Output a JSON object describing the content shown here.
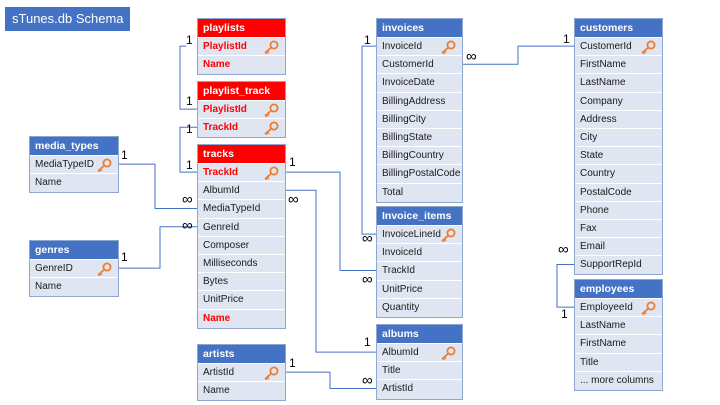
{
  "title": "sTunes.db Schema",
  "icons": {
    "key": "key-icon"
  },
  "colors": {
    "header_blue": "#4472c4",
    "header_red": "#ff0000",
    "row_fill": "#dfe6f2",
    "line": "#4472c4",
    "red_text": "#ff0000"
  },
  "tables": [
    {
      "id": "playlists",
      "name": "playlists",
      "header": "red",
      "fields": [
        {
          "name": "PlaylistId",
          "red": true,
          "key": true
        },
        {
          "name": "Name",
          "red": true
        }
      ]
    },
    {
      "id": "playlist_track",
      "name": "playlist_track",
      "header": "red",
      "fields": [
        {
          "name": "PlaylistId",
          "red": true,
          "key": true
        },
        {
          "name": "TrackId",
          "red": true,
          "key": true
        }
      ]
    },
    {
      "id": "tracks",
      "name": "tracks",
      "header": "red",
      "fields": [
        {
          "name": "TrackId",
          "red": true,
          "key": true
        },
        {
          "name": "AlbumId"
        },
        {
          "name": "MediaTypeId"
        },
        {
          "name": "GenreId"
        },
        {
          "name": "Composer"
        },
        {
          "name": "Milliseconds"
        },
        {
          "name": "Bytes"
        },
        {
          "name": "UnitPrice"
        },
        {
          "name": "Name",
          "red": true
        }
      ]
    },
    {
      "id": "media_types",
      "name": "media_types",
      "header": "blue",
      "fields": [
        {
          "name": "MediaTypeID",
          "key": true
        },
        {
          "name": "Name"
        }
      ]
    },
    {
      "id": "genres",
      "name": "genres",
      "header": "blue",
      "fields": [
        {
          "name": "GenreID",
          "key": true
        },
        {
          "name": "Name"
        }
      ]
    },
    {
      "id": "artists",
      "name": "artists",
      "header": "blue",
      "fields": [
        {
          "name": "ArtistId",
          "key": true
        },
        {
          "name": "Name"
        }
      ]
    },
    {
      "id": "invoices",
      "name": "invoices",
      "header": "blue",
      "fields": [
        {
          "name": "InvoiceId",
          "key": true
        },
        {
          "name": "CustomerId"
        },
        {
          "name": "InvoiceDate"
        },
        {
          "name": "BillingAddress"
        },
        {
          "name": "BillingCity"
        },
        {
          "name": "BillingState"
        },
        {
          "name": "BillingCountry"
        },
        {
          "name": "BillingPostalCode"
        },
        {
          "name": "Total"
        }
      ]
    },
    {
      "id": "invoice_items",
      "name": "Invoice_items",
      "header": "blue",
      "fields": [
        {
          "name": "InvoiceLineId",
          "key": true
        },
        {
          "name": "InvoiceId"
        },
        {
          "name": "TrackId"
        },
        {
          "name": "UnitPrice"
        },
        {
          "name": "Quantity"
        }
      ]
    },
    {
      "id": "albums",
      "name": "albums",
      "header": "blue",
      "fields": [
        {
          "name": "AlbumId",
          "key": true
        },
        {
          "name": "Title"
        },
        {
          "name": "ArtistId"
        }
      ]
    },
    {
      "id": "customers",
      "name": "customers",
      "header": "blue",
      "fields": [
        {
          "name": "CustomerId",
          "key": true
        },
        {
          "name": "FirstName"
        },
        {
          "name": "LastName"
        },
        {
          "name": "Company"
        },
        {
          "name": "Address"
        },
        {
          "name": "City"
        },
        {
          "name": "State"
        },
        {
          "name": "Country"
        },
        {
          "name": "PostalCode"
        },
        {
          "name": "Phone"
        },
        {
          "name": "Fax"
        },
        {
          "name": "Email"
        },
        {
          "name": "SupportRepId"
        }
      ]
    },
    {
      "id": "employees",
      "name": "employees",
      "header": "blue",
      "fields": [
        {
          "name": "EmployeeId",
          "key": true
        },
        {
          "name": "LastName"
        },
        {
          "name": "FirstName"
        },
        {
          "name": "Title"
        },
        {
          "name": "... more columns"
        }
      ]
    }
  ],
  "relationships": [
    {
      "from": "playlists.PlaylistId",
      "to": "playlist_track.PlaylistId",
      "from_card": "1",
      "to_card": "1"
    },
    {
      "from": "tracks.TrackId",
      "to": "playlist_track.TrackId",
      "from_card": "1",
      "to_card": "1"
    },
    {
      "from": "media_types.MediaTypeID",
      "to": "tracks.MediaTypeId",
      "from_card": "1",
      "to_card": "∞"
    },
    {
      "from": "genres.GenreID",
      "to": "tracks.GenreId",
      "from_card": "1",
      "to_card": "∞"
    },
    {
      "from": "tracks.TrackId",
      "to": "invoice_items.TrackId",
      "from_card": "1",
      "to_card": "∞"
    },
    {
      "from": "invoices.InvoiceId",
      "to": "invoice_items.InvoiceLineId",
      "from_card": "1",
      "to_card": "∞"
    },
    {
      "from": "customers.CustomerId",
      "to": "invoices.CustomerId",
      "from_card": "1",
      "to_card": "∞"
    },
    {
      "from": "albums.AlbumId",
      "to": "tracks.AlbumId",
      "from_card": "1",
      "to_card": "∞"
    },
    {
      "from": "artists.ArtistId",
      "to": "albums.ArtistId",
      "from_card": "1",
      "to_card": "∞"
    },
    {
      "from": "employees.EmployeeId",
      "to": "customers.SupportRepId",
      "from_card": "1",
      "to_card": "∞"
    }
  ]
}
